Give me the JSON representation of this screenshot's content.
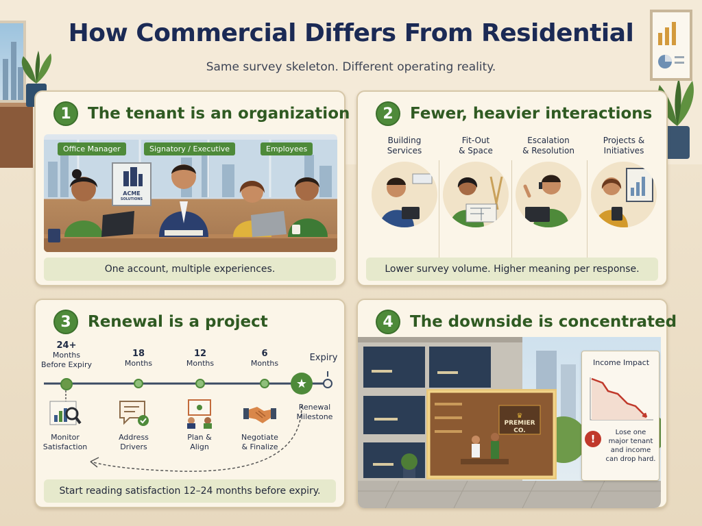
{
  "header": {
    "title": "How Commercial Differs From Residential",
    "subtitle": "Same survey skeleton. Different operating reality."
  },
  "cards": [
    {
      "number": "1",
      "title": "The tenant is an organization",
      "roles": [
        "Office Manager",
        "Signatory / Executive",
        "Employees"
      ],
      "logo_line1": "ACME",
      "logo_line2": "SOLUTIONS",
      "caption": "One account, multiple experiences."
    },
    {
      "number": "2",
      "title": "Fewer, heavier interactions",
      "columns": [
        {
          "line1": "Building",
          "line2": "Services"
        },
        {
          "line1": "Fit-Out",
          "line2": "& Space"
        },
        {
          "line1": "Escalation",
          "line2": "& Resolution"
        },
        {
          "line1": "Projects &",
          "line2": "Initiatives"
        }
      ],
      "caption": "Lower survey volume. Higher meaning per response."
    },
    {
      "number": "3",
      "title": "Renewal is a project",
      "milestones": [
        {
          "value": "24+",
          "line1": "Months",
          "line2": "Before Expiry"
        },
        {
          "value": "18",
          "line1": "Months",
          "line2": ""
        },
        {
          "value": "12",
          "line1": "Months",
          "line2": ""
        },
        {
          "value": "6",
          "line1": "Months",
          "line2": ""
        },
        {
          "value": "Expiry",
          "line1": "",
          "line2": ""
        }
      ],
      "renewal_line1": "Renewal",
      "renewal_line2": "Milestone",
      "steps": [
        {
          "line1": "Monitor",
          "line2": "Satisfaction"
        },
        {
          "line1": "Address",
          "line2": "Drivers"
        },
        {
          "line1": "Plan &",
          "line2": "Align"
        },
        {
          "line1": "Negotiate",
          "line2": "& Finalize"
        }
      ],
      "caption": "Start reading satisfaction 12–24 months before expiry."
    },
    {
      "number": "4",
      "title": "The downside is concentrated",
      "store_line1": "PREMIER",
      "store_line2": "CO.",
      "impact_title": "Income Impact",
      "warning_line1": "Lose one",
      "warning_line2": "major tenant",
      "warning_line3": "and income",
      "warning_line4": "can drop hard."
    }
  ],
  "colors": {
    "accent_green": "#4e8a3a",
    "title_navy": "#1b2a55",
    "alert_red": "#c0392b"
  }
}
